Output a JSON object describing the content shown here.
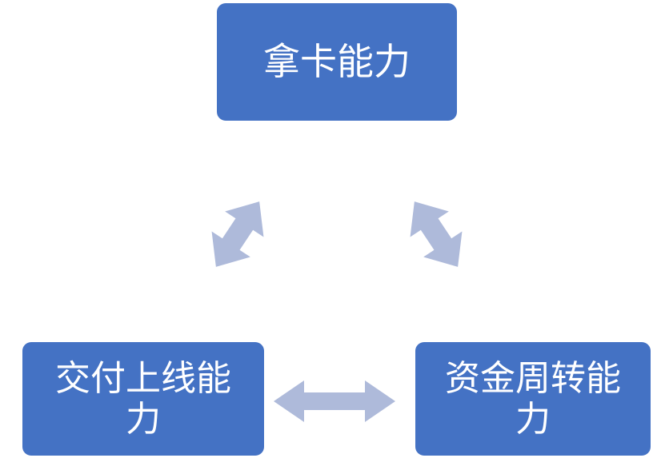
{
  "diagram": {
    "type": "triangle-relationship",
    "background_color": "#ffffff",
    "node_fill_color": "#4472c4",
    "node_text_color": "#ffffff",
    "arrow_color": "#aebada",
    "nodes": [
      {
        "id": "top",
        "label": "拿卡能力",
        "position": "top-center"
      },
      {
        "id": "bottom-left",
        "label": "交付上线能力",
        "position": "bottom-left"
      },
      {
        "id": "bottom-right",
        "label": "资金周转能力",
        "position": "bottom-right"
      }
    ],
    "connectors": [
      {
        "id": "left-diagonal",
        "from": "bottom-left",
        "to": "top",
        "style": "double-headed-arrow",
        "orientation": "diagonal-up-right"
      },
      {
        "id": "right-diagonal",
        "from": "top",
        "to": "bottom-right",
        "style": "double-headed-arrow",
        "orientation": "diagonal-down-right"
      },
      {
        "id": "horizontal",
        "from": "bottom-left",
        "to": "bottom-right",
        "style": "double-headed-arrow",
        "orientation": "horizontal"
      }
    ]
  }
}
